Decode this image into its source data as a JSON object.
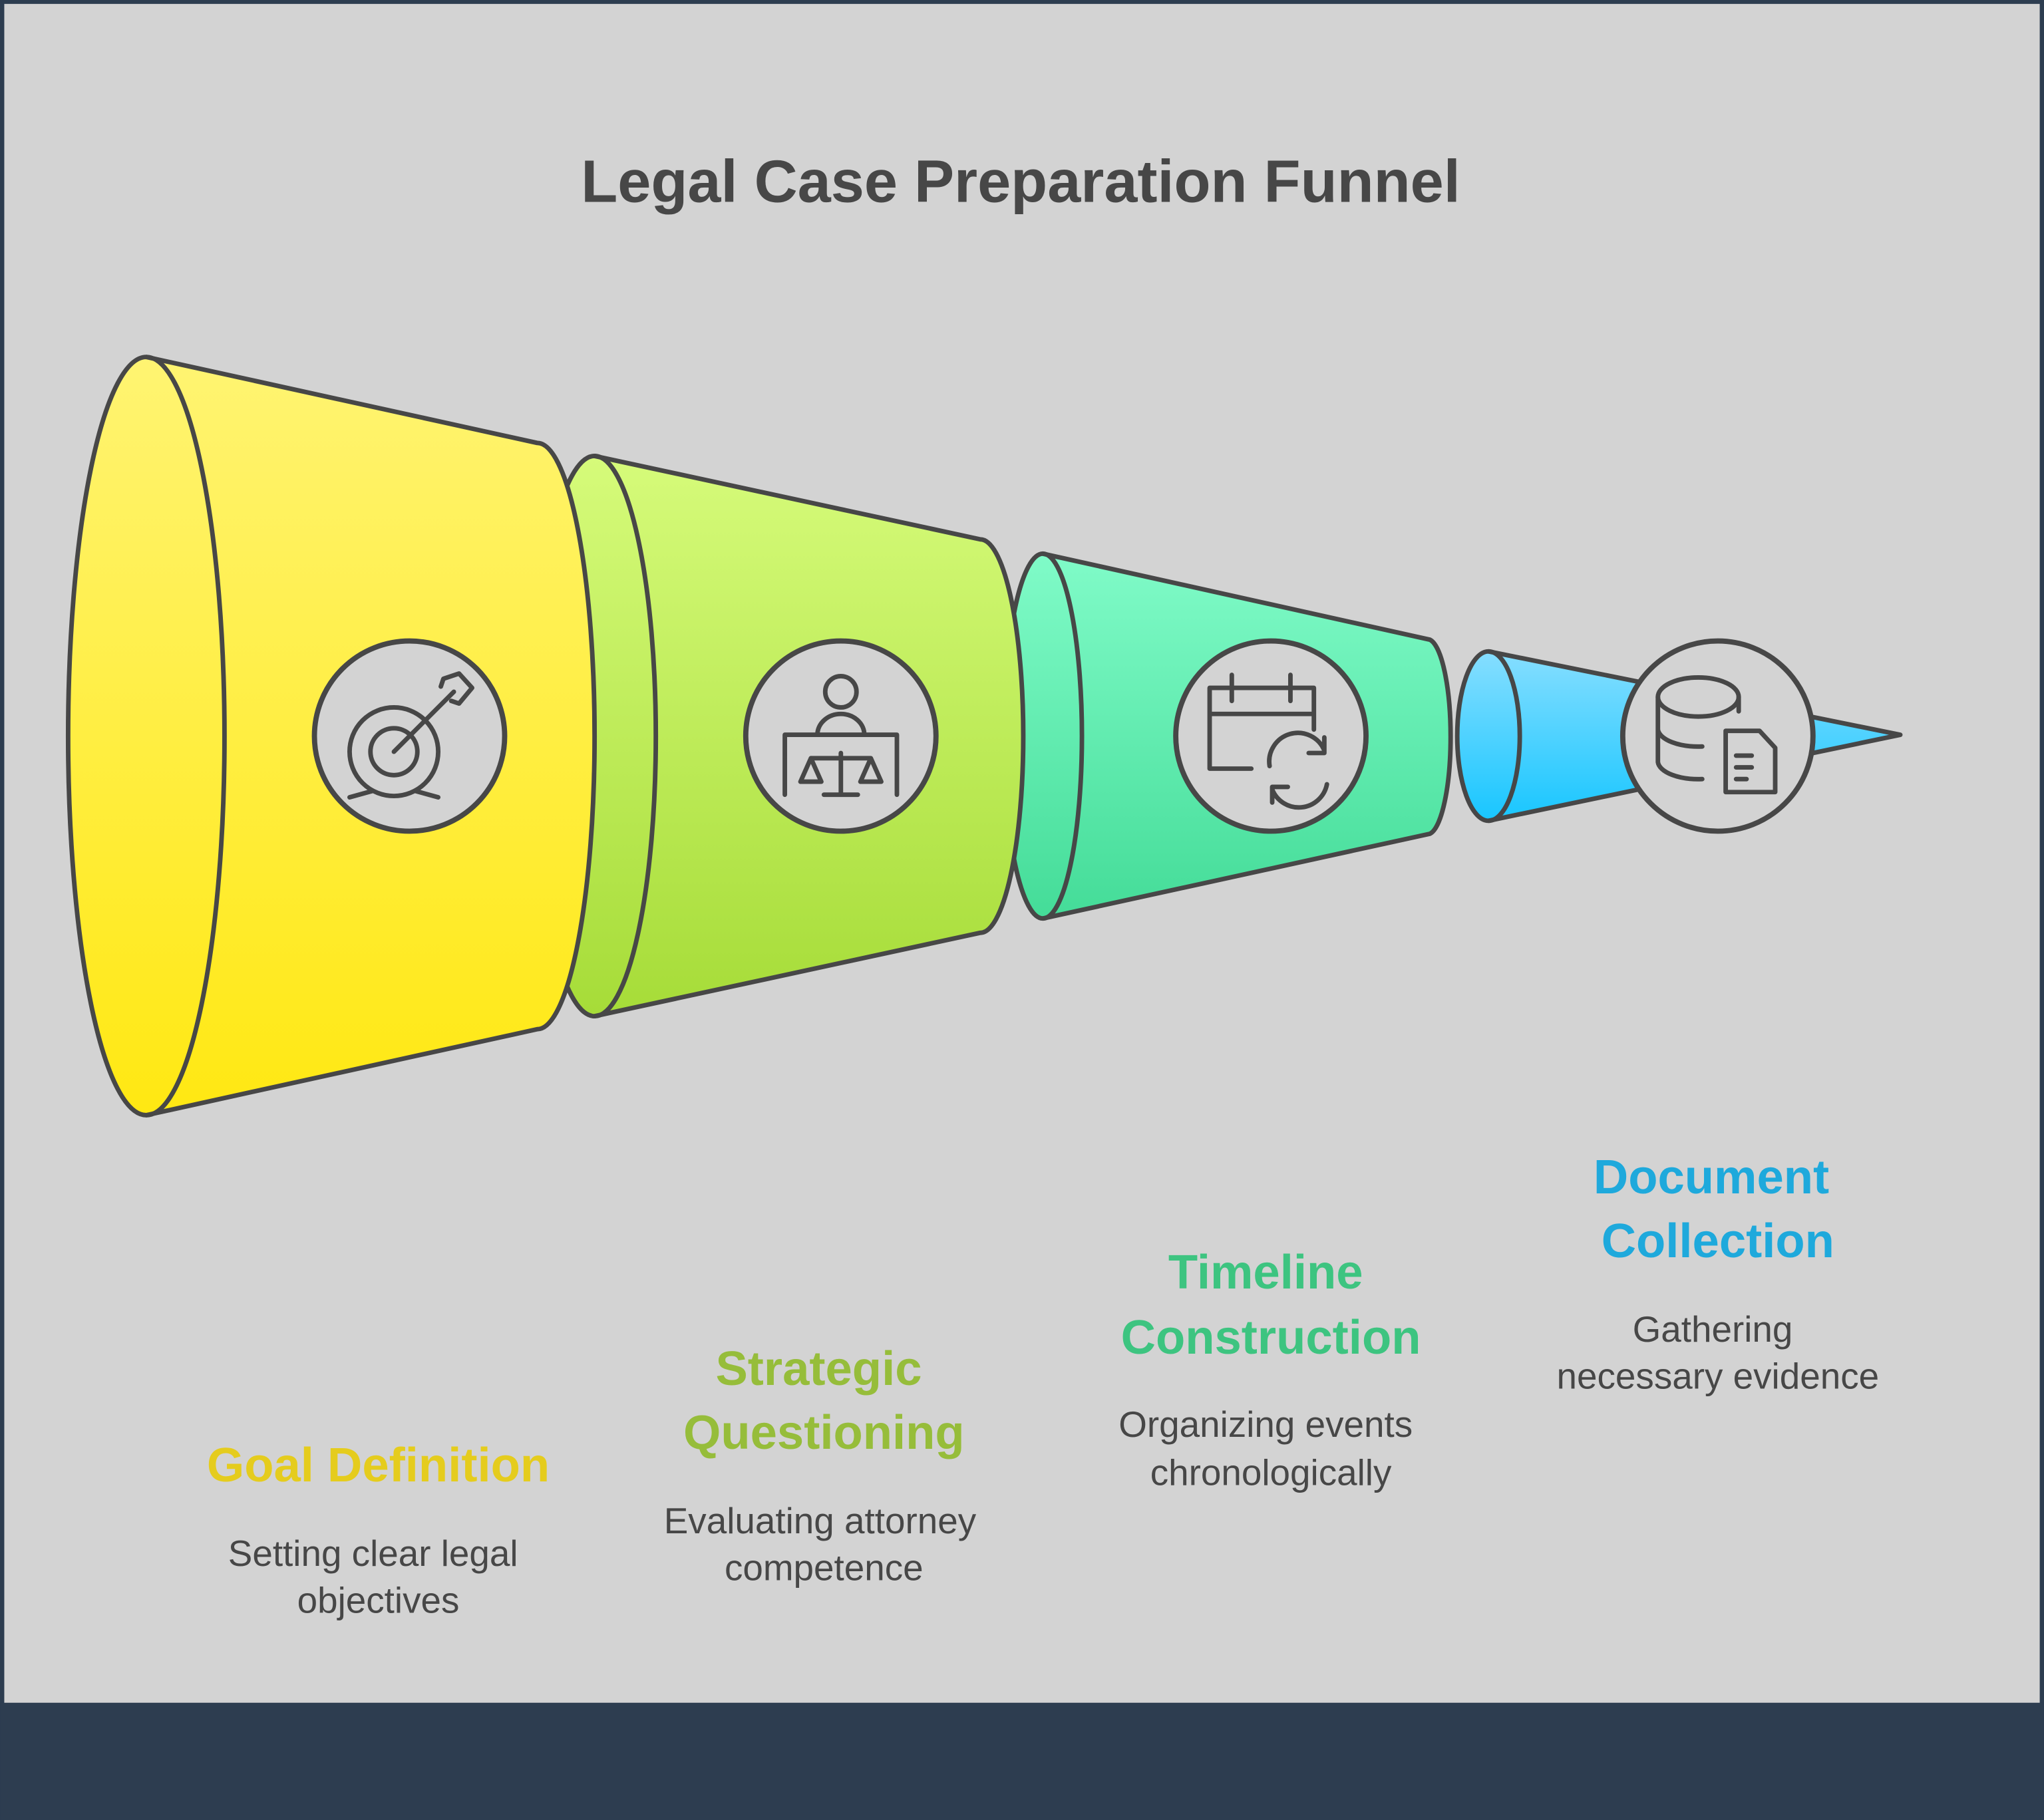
{
  "title": "Legal Case Preparation Funnel",
  "colors": {
    "background": "#d3d3d3",
    "footer": "#2d3d50",
    "stroke": "#474747"
  },
  "stages": [
    {
      "label_lines": [
        "Goal Definition"
      ],
      "desc_lines": [
        "Setting clear legal",
        "objectives"
      ],
      "color": "#e5cc1d",
      "icon": "target-icon"
    },
    {
      "label_lines": [
        "Strategic",
        "Questioning"
      ],
      "desc_lines": [
        "Evaluating attorney",
        "competence"
      ],
      "color": "#96bd3a",
      "icon": "attorney-scales-icon"
    },
    {
      "label_lines": [
        "Timeline",
        "Construction"
      ],
      "desc_lines": [
        "Organizing events",
        "chronologically"
      ],
      "color": "#3dc480",
      "icon": "calendar-refresh-icon"
    },
    {
      "label_lines": [
        "Document",
        "Collection"
      ],
      "desc_lines": [
        "Gathering",
        "necessary evidence"
      ],
      "color": "#1ea9dc",
      "icon": "database-document-icon"
    }
  ]
}
